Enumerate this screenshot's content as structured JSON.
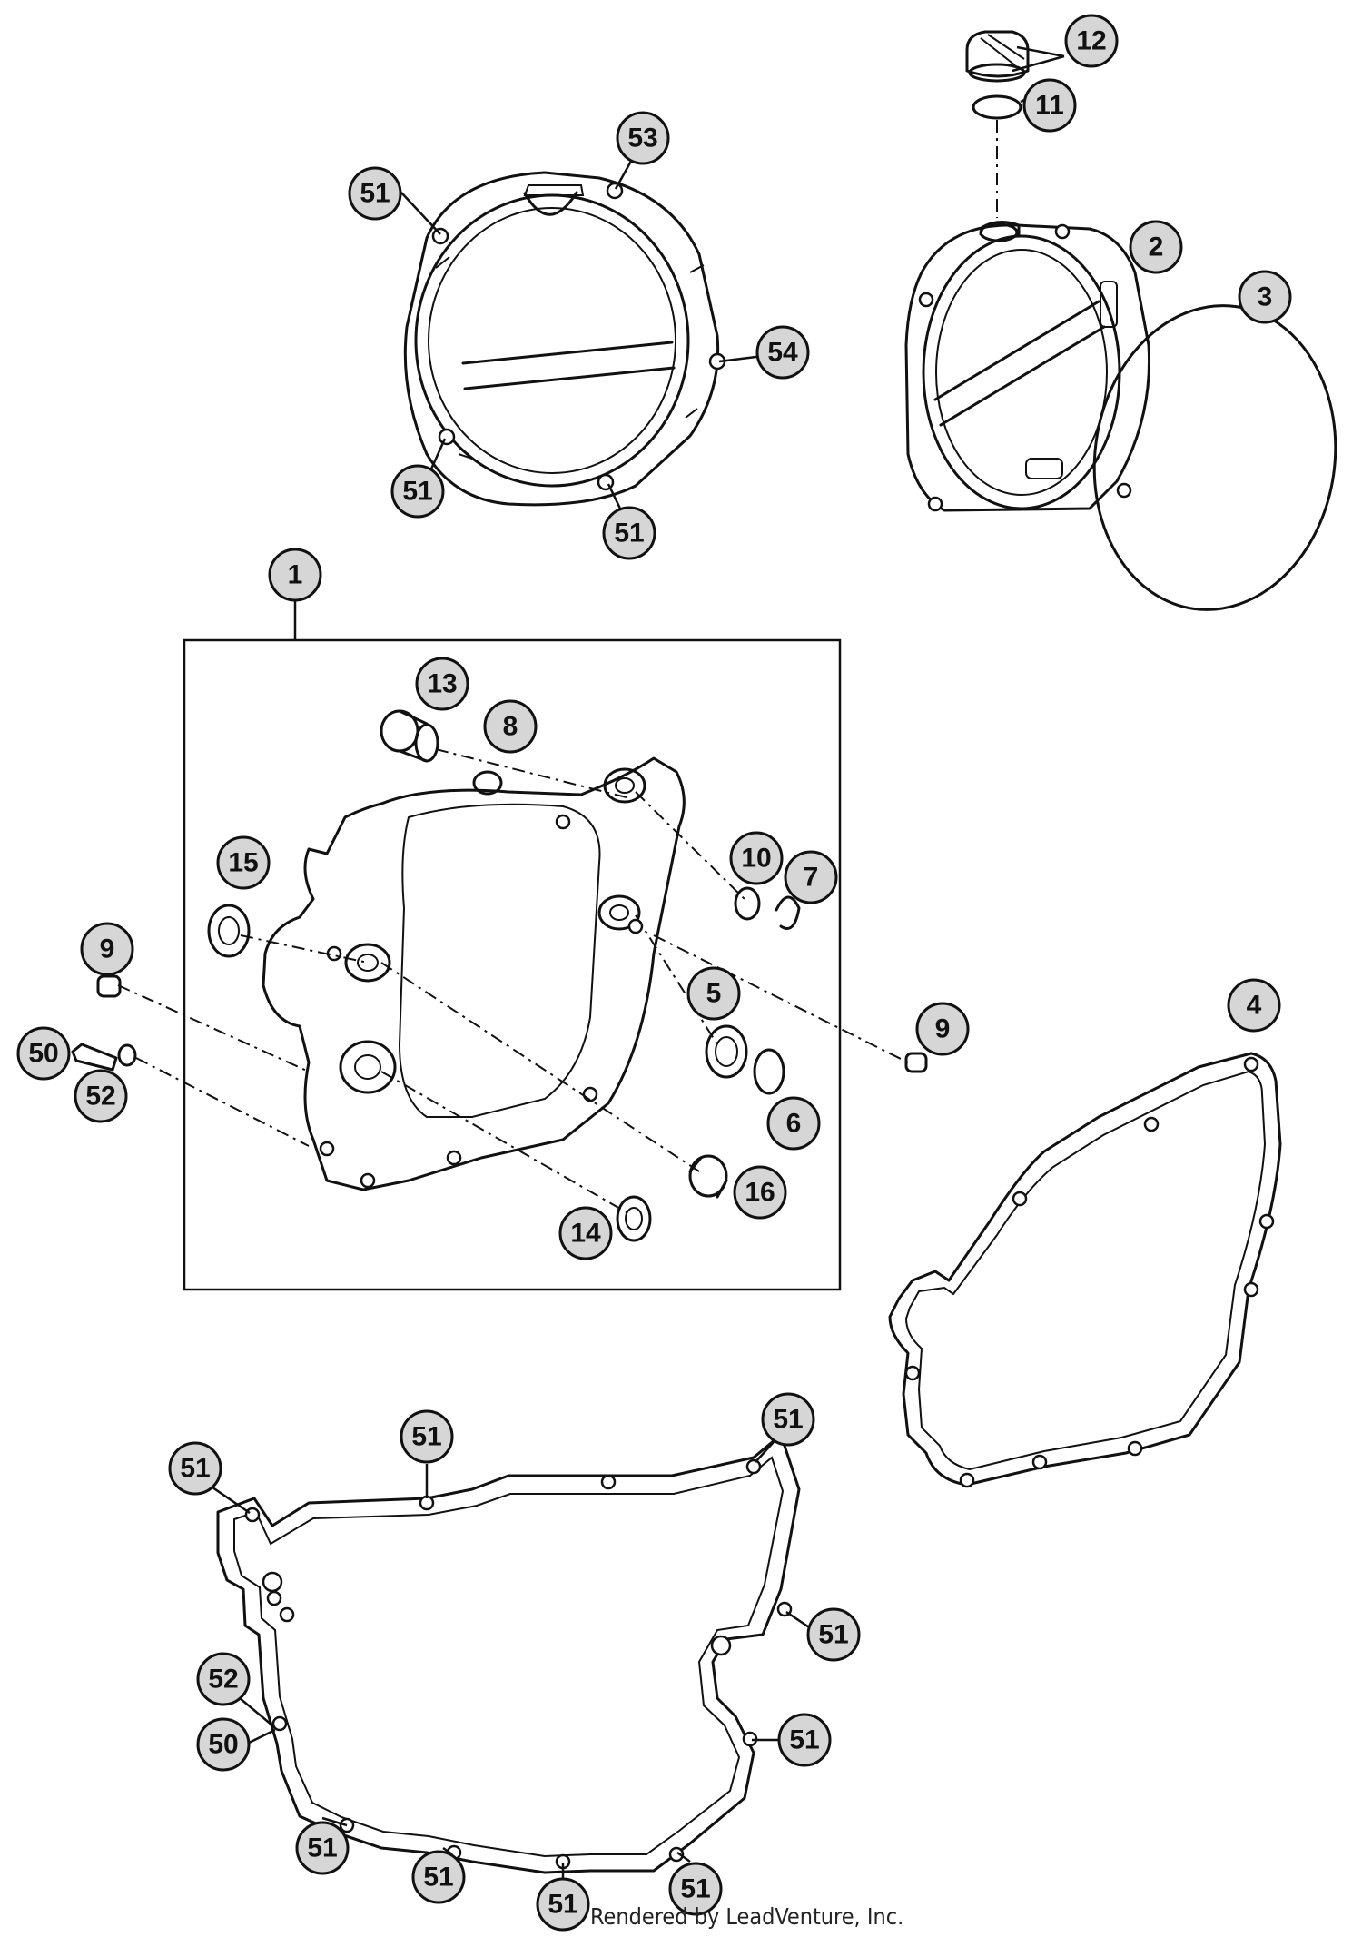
{
  "footer": {
    "credit": "Rendered by LeadVenture, Inc."
  },
  "callouts": [
    {
      "label": "1"
    },
    {
      "label": "2"
    },
    {
      "label": "3"
    },
    {
      "label": "4"
    },
    {
      "label": "5"
    },
    {
      "label": "6"
    },
    {
      "label": "7"
    },
    {
      "label": "8"
    },
    {
      "label": "9"
    },
    {
      "label": "9"
    },
    {
      "label": "10"
    },
    {
      "label": "11"
    },
    {
      "label": "12"
    },
    {
      "label": "13"
    },
    {
      "label": "14"
    },
    {
      "label": "15"
    },
    {
      "label": "16"
    },
    {
      "label": "50"
    },
    {
      "label": "50"
    },
    {
      "label": "51"
    },
    {
      "label": "51"
    },
    {
      "label": "51"
    },
    {
      "label": "51"
    },
    {
      "label": "51"
    },
    {
      "label": "51"
    },
    {
      "label": "51"
    },
    {
      "label": "51"
    },
    {
      "label": "51"
    },
    {
      "label": "51"
    },
    {
      "label": "51"
    },
    {
      "label": "51"
    },
    {
      "label": "52"
    },
    {
      "label": "52"
    },
    {
      "label": "53"
    },
    {
      "label": "54"
    }
  ]
}
